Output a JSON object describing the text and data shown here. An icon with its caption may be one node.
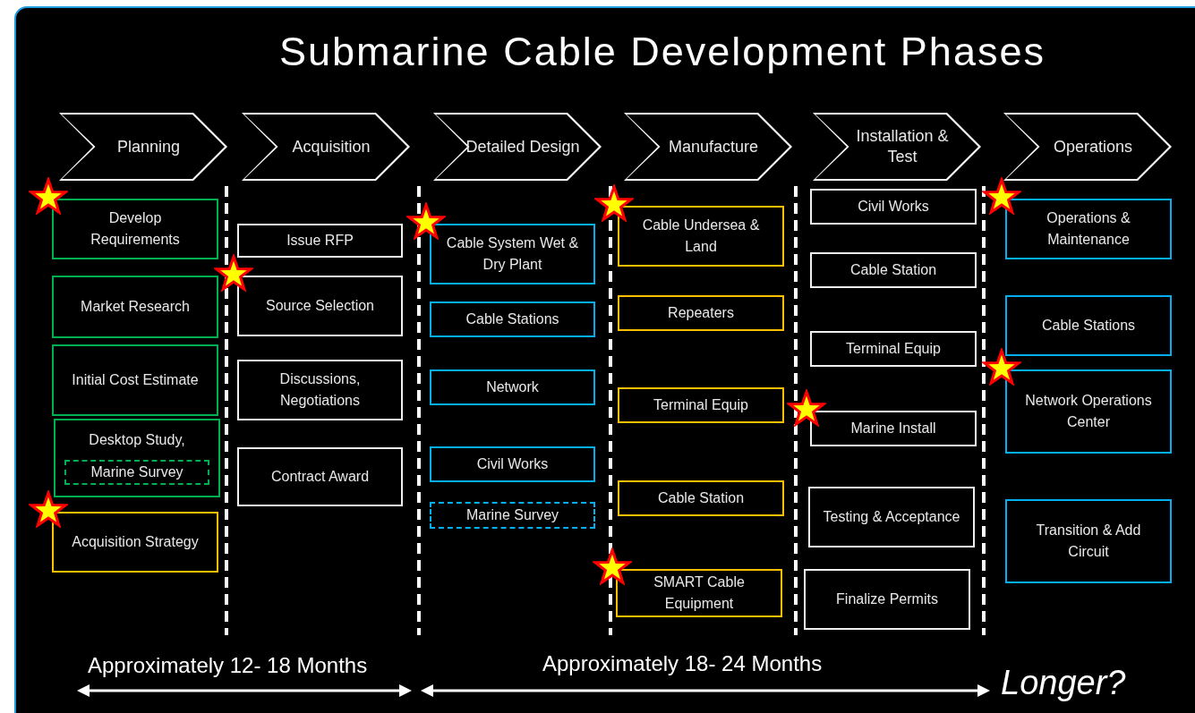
{
  "diagram": {
    "title": "Submarine Cable Development Phases",
    "nodes": [
      {
        "text": [
          "Planning"
        ]
      },
      {
        "text": [
          "Acquisition"
        ]
      },
      {
        "text": [
          "Detailed Design"
        ]
      },
      {
        "text": [
          "Manufacture"
        ]
      },
      {
        "text": [
          "Installation & Test"
        ]
      },
      {
        "text": [
          "Operations"
        ]
      },
      {
        "text": [
          "Develop Requirements"
        ]
      },
      {
        "text": [
          "Market Research"
        ]
      },
      {
        "text": [
          "Initial Cost Estimate"
        ]
      },
      {
        "text": [
          "Desktop Study,"
        ]
      },
      {
        "text": [
          "Marine Survey"
        ],
        "in": 9
      },
      {
        "text": [
          "Acquisition Strategy"
        ]
      },
      {
        "text": [
          "Issue RFP"
        ]
      },
      {
        "text": [
          "Source Selection"
        ]
      },
      {
        "text": [
          "Discussions, Negotiations"
        ]
      },
      {
        "text": [
          "Contract Award"
        ]
      },
      {
        "text": [
          "Cable System Wet & Dry Plant"
        ]
      },
      {
        "text": [
          "Cable Stations"
        ]
      },
      {
        "text": [
          "Network"
        ]
      },
      {
        "text": [
          "Civil Works"
        ]
      },
      {
        "text": [
          "Marine Survey"
        ]
      },
      {
        "text": [
          "Cable Undersea & Land"
        ]
      },
      {
        "text": [
          "Repeaters"
        ]
      },
      {
        "text": [
          "Terminal Equip"
        ]
      },
      {
        "text": [
          "Cable Station"
        ]
      },
      {
        "text": [
          "SMART Cable Equipment"
        ]
      },
      {
        "text": [
          "Civil Works"
        ]
      },
      {
        "text": [
          "Cable Station"
        ]
      },
      {
        "text": [
          "Terminal Equip"
        ]
      },
      {
        "text": [
          "Marine Install"
        ]
      },
      {
        "text": [
          "Testing & Acceptance"
        ]
      },
      {
        "text": [
          "Finalize Permits"
        ]
      },
      {
        "text": [
          "Operations & Maintenance"
        ]
      },
      {
        "text": [
          "Cable Stations"
        ]
      },
      {
        "text": [
          "Network Operations Center"
        ]
      },
      {
        "text": [
          "Transition & Add Circuit"
        ]
      }
    ],
    "labels": [
      "Approximately 12- 18 Months",
      "Approximately 18- 24 Months",
      "Longer?"
    ]
  }
}
